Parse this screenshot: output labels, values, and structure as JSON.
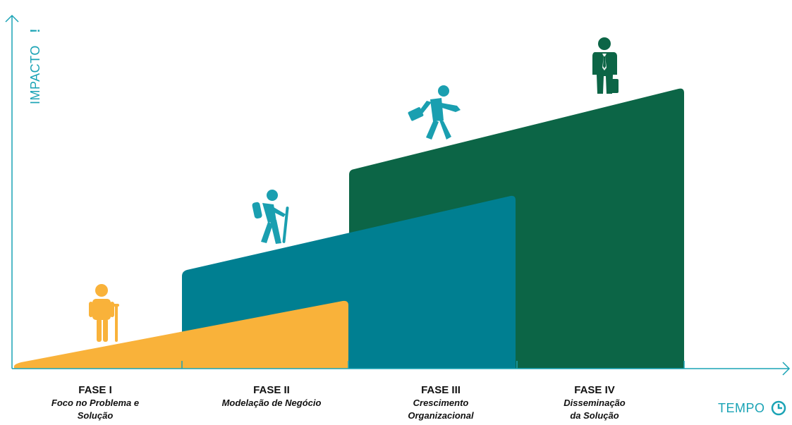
{
  "axes": {
    "y_label": "IMPACTO",
    "y_icon": "exclamation-icon",
    "x_label": "TEMPO",
    "x_icon": "clock-icon"
  },
  "colors": {
    "axis": "#1aa3b5",
    "phase1": "#f9b23a",
    "phase2": "#007f91",
    "phase3": "#0c6546"
  },
  "phases": [
    {
      "title": "FASE I",
      "desc1": "Foco no Problema e",
      "desc2": "Solução",
      "icon": "old-person-with-cane-icon",
      "color": "#f9b23a"
    },
    {
      "title": "FASE II",
      "desc1": "Modelação de Negócio",
      "desc2": "",
      "icon": "hiker-icon",
      "color": "#1a9fb0"
    },
    {
      "title": "FASE III",
      "desc1": "Crescimento",
      "desc2": "Organizacional",
      "icon": "walking-businessman-icon",
      "color": "#1a9fb0"
    },
    {
      "title": "FASE IV",
      "desc1": "Disseminação",
      "desc2": "da Solução",
      "icon": "businessman-icon",
      "color": "#0c6546"
    }
  ]
}
